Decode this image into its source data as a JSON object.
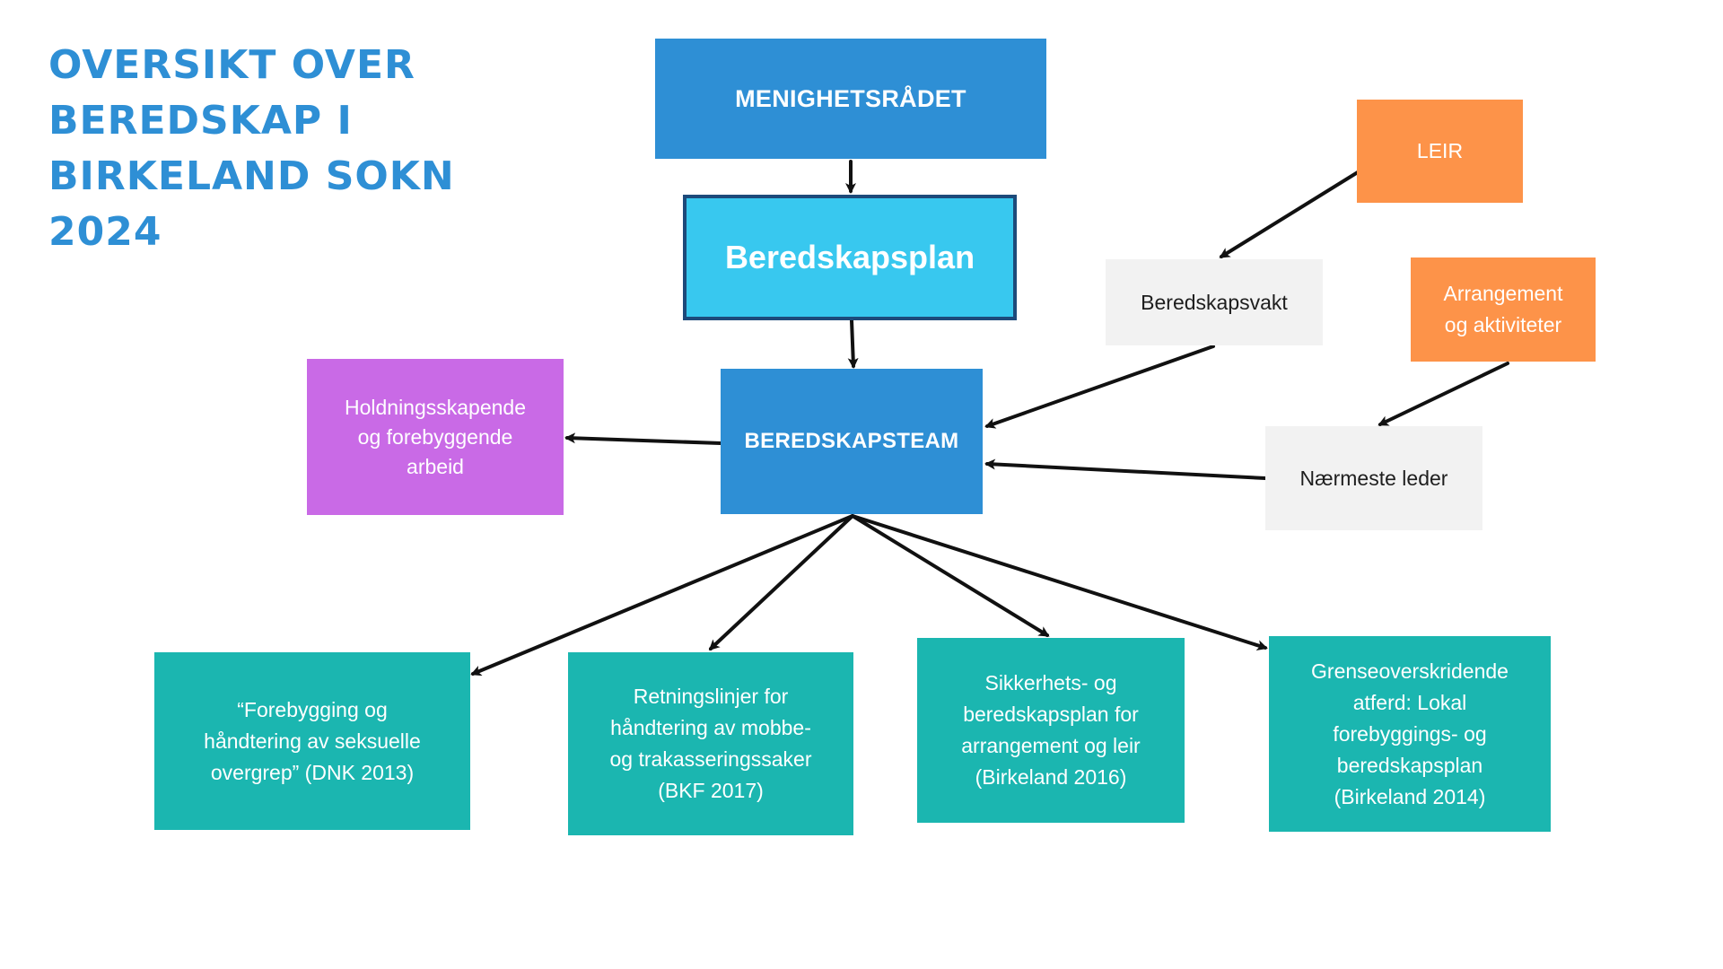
{
  "title": {
    "line1": "OVERSIKT OVER",
    "line2": "BEREDSKAP I",
    "line3": "BIRKELAND SOKN",
    "line4": "2024"
  },
  "nodes": {
    "menighetsradet": "MENIGHETSRÅDET",
    "beredskapsplan": "Beredskapsplan",
    "beredskapsteam": "BEREDSKAPSTEAM",
    "holdning": {
      "line1": "Holdningsskapende",
      "line2": "og forebyggende",
      "line3": "arbeid"
    },
    "leir": "LEIR",
    "beredskapsvakt": "Beredskapsvakt",
    "arrangement": {
      "line1": "Arrangement",
      "line2": "og aktiviteter"
    },
    "naermeste_leder": "Nærmeste leder",
    "doc1": {
      "line1": "“Forebygging og",
      "line2": "håndtering av seksuelle",
      "line3": "overgrep” (DNK 2013)"
    },
    "doc2": {
      "line1": "Retningslinjer for",
      "line2": "håndtering av mobbe-",
      "line3": "og trakasseringssaker",
      "line4": "(BKF 2017)"
    },
    "doc3": {
      "line1": "Sikkerhets- og",
      "line2": "beredskapsplan for",
      "line3": "arrangement og leir",
      "line4": "(Birkeland 2016)"
    },
    "doc4": {
      "line1": "Grenseoverskridende",
      "line2": "atferd: Lokal",
      "line3": "forebyggings- og",
      "line4": "beredskapsplan",
      "line5": "(Birkeland 2014)"
    }
  },
  "colors": {
    "title": "#2e8fd5",
    "blue": "#2e8fd5",
    "cyan": "#38c8ef",
    "purple": "#c96ae6",
    "orange": "#fd9349",
    "grey": "#f2f2f2",
    "teal": "#1bb6b0",
    "arrow": "#111111"
  }
}
